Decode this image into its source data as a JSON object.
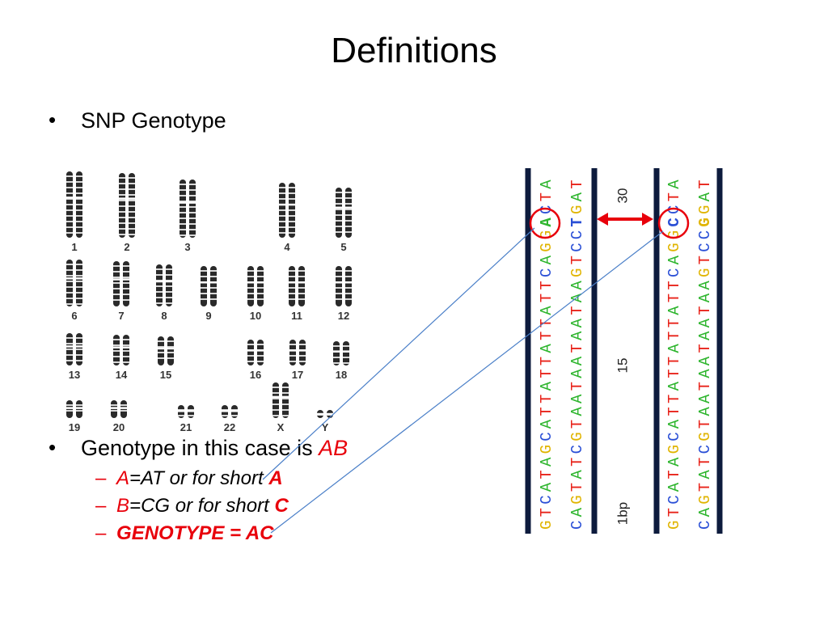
{
  "slide": {
    "title": "Definitions",
    "bullet1": "SNP Genotype",
    "bullet2_prefix": "Genotype in this case is ",
    "bullet2_highlight": "AB",
    "sub1": {
      "prefix": "A",
      "middle": "=AT or for short ",
      "suffix": "A"
    },
    "sub2": {
      "prefix": "B",
      "middle": "=CG or for short ",
      "suffix": "C"
    },
    "sub3": "GENOTYPE = AC",
    "dash": "–",
    "bullet_char": "•"
  },
  "karyotype": {
    "labels": [
      "1",
      "2",
      "3",
      "4",
      "5",
      "6",
      "7",
      "8",
      "9",
      "10",
      "11",
      "12",
      "13",
      "14",
      "15",
      "16",
      "17",
      "18",
      "19",
      "20",
      "21",
      "22",
      "X",
      "Y"
    ]
  },
  "dna": {
    "strand1": "GTCATAGCATTATTATTATTCAGGACTA",
    "strand2": "CAGTATCGTAATAATAATAAGTCCTGAT",
    "strand3": "GTCATAGCATTATTATTATTCAGGCCTA",
    "strand4": "CAGTATCGTAATAATAATAAGTCCGGAT",
    "label_30": "30",
    "label_15": "15",
    "label_1bp": "1bp"
  },
  "colors": {
    "A": "#2eb52e",
    "T": "#e8231a",
    "C": "#2a4fd6",
    "G": "#e0b400",
    "accent_red": "#e8000b",
    "bar": "#0d1b3d",
    "link_line": "#4a7fc8"
  }
}
